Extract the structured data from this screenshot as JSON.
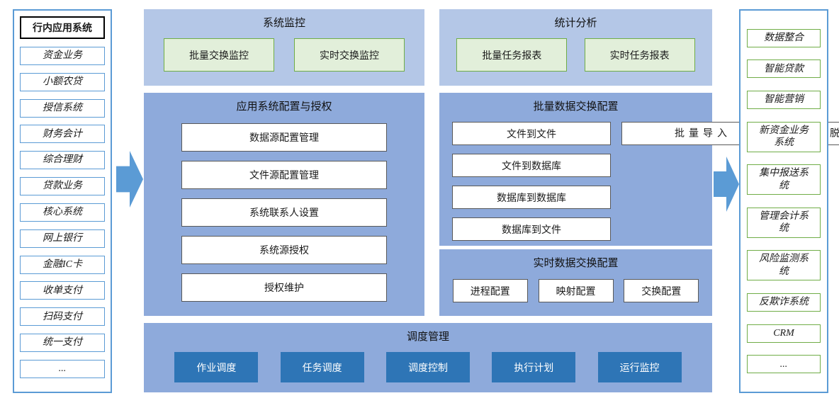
{
  "diagram": {
    "left_panel": {
      "title": "行内应用系统",
      "items": [
        "资金业务",
        "小额农贷",
        "授信系统",
        "财务会计",
        "综合理财",
        "贷款业务",
        "核心系统",
        "网上银行",
        "金融IC卡",
        "收单支付",
        "扫码支付",
        "统一支付",
        "..."
      ]
    },
    "system_monitor": {
      "title": "系统监控",
      "items": [
        "批量交换监控",
        "实时交换监控"
      ]
    },
    "stats_analysis": {
      "title": "统计分析",
      "items": [
        "批量任务报表",
        "实时任务报表"
      ]
    },
    "app_config_auth": {
      "title": "应用系统配置与授权",
      "items": [
        "数据源配置管理",
        "文件源配置管理",
        "系统联系人设置",
        "系统源授权",
        "授权维护"
      ]
    },
    "batch_exchange": {
      "title": "批量数据交换配置",
      "items": [
        "文件到文件",
        "文件到数据库",
        "数据库到数据库",
        "数据库到文件"
      ],
      "side_items": [
        "批量导入",
        "脱敏规则配置"
      ]
    },
    "realtime_exchange": {
      "title": "实时数据交换配置",
      "items": [
        "进程配置",
        "映射配置",
        "交换配置"
      ]
    },
    "schedule": {
      "title": "调度管理",
      "items": [
        "作业调度",
        "任务调度",
        "调度控制",
        "执行计划",
        "运行监控"
      ]
    },
    "right_panel": {
      "items": [
        "数据整合",
        "智能贷款",
        "智能营销",
        "新资金业务系统",
        "集中报送系统",
        "管理会计系统",
        "风险监测系统",
        "反欺诈系统",
        "CRM",
        "..."
      ]
    }
  },
  "colors": {
    "panel_light_blue": "#B4C7E7",
    "panel_medium_blue": "#8EAADB",
    "green_fill": "#E2EFDA",
    "green_border": "#70AD47",
    "dark_blue": "#2E75B6",
    "arrow_blue": "#5B9BD5",
    "blue_border": "#5B9BD5"
  }
}
